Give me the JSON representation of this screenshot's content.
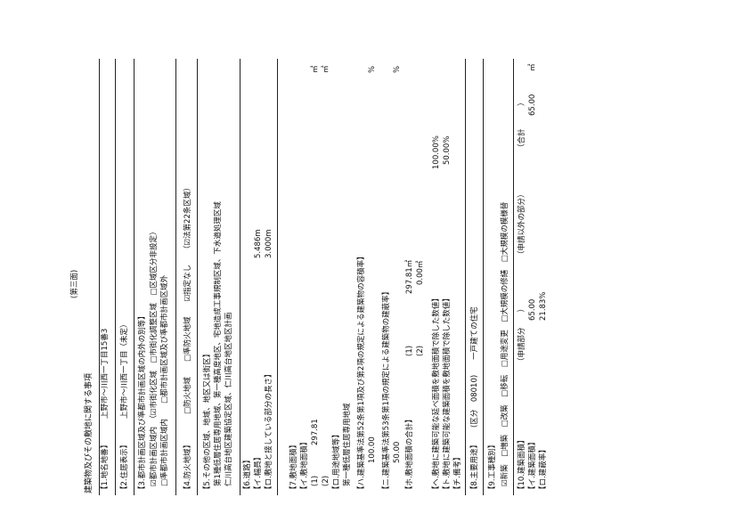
{
  "page_label": "(第三面)",
  "title": "建築物及びその敷地に関する事項",
  "s1": {
    "label": "【1.地名地番】",
    "value": "上野市〜川西一丁目15番3"
  },
  "s2": {
    "label": "【2.住居表示】",
    "value": "上野市〜川西一丁目（未定）"
  },
  "s3": {
    "label": "【3.都市計画区域及び準都市計画区域の内外の別等】",
    "line2": "☑都市計画区域内　（☑市街化区域　□市街化調整区域　□区域区分非設定）",
    "line3": "□準都市計画区域内　　□都市計画区域及び準都市計画区域外"
  },
  "s4": {
    "label": "【4.防火地域】",
    "value": "□防火地域　　□準防火地域　　☑指定なし　　（☑法第22条区域）"
  },
  "s5": {
    "label": "【5.その他の区域、地域、地区又は街区】",
    "line2": "第1種低層住居専用地域、第一種高度地区、宅地造成工事規制区域、下水道処理区域",
    "line3": "仁川高台地区建築協定区域、仁川高台地区地区計画"
  },
  "s6": {
    "label": "【6.道路】",
    "width_label": "【イ.幅員】",
    "width_value": "5.486m",
    "length_label": "【ロ.敷地と接している部分の長さ】",
    "length_value": "3.000m"
  },
  "s7": {
    "label": "【7.敷地面積】",
    "a_label": "【イ.敷地面積】",
    "a1_label": "(1)",
    "a1_value": "297.81",
    "a1_unit": "㎡",
    "a2_label": "(2)",
    "a2_unit": "㎡",
    "b_label": "【ロ.用途地域等】",
    "b_value": "第一種低層住居専用地域",
    "c_label": "【ハ.建築基準法第52条第1項及び第2項の規定による建築物の容積率】",
    "c_value": "100.00",
    "pct": "%",
    "d_label": "【ニ.建築基準法第53条第1項の規定による建築物の建蔽率】",
    "d_value": "50.00",
    "e_label": "【ホ.敷地面積の合計】",
    "e1_label": "(1)",
    "e1_value": "297.81㎡",
    "e2_label": "(2)",
    "e2_value": "0.00㎡",
    "f_label": "【ヘ.敷地に建築可能な延べ面積を敷地面積で除した数値】",
    "f_value": "100.00%",
    "g_label": "【ト.敷地に建築可能な建築面積を敷地面積で除した数値】",
    "g_value": "50.00%",
    "h_label": "【チ.備考】"
  },
  "s8": {
    "label": "【8.主要用途】",
    "value": "(区分　08010)　　一戸建ての住宅"
  },
  "s9": {
    "label": "【9.工事種別】",
    "value": "☑新築　□増築　□改築　□移転　□用途変更　□大規模の修繕　□大規模の模様替"
  },
  "s10": {
    "label": "【10.建築面積】",
    "col1": "（申請部分　　）",
    "col2": "（申請以外の部分）",
    "col3": "（合計　　　）",
    "a_label": "【イ.建築面積】",
    "a_value1": "65.00",
    "a_value3": "65.00",
    "unit": "㎡",
    "b_label": "【ロ.建蔽率】",
    "b_value": "21.83%"
  }
}
